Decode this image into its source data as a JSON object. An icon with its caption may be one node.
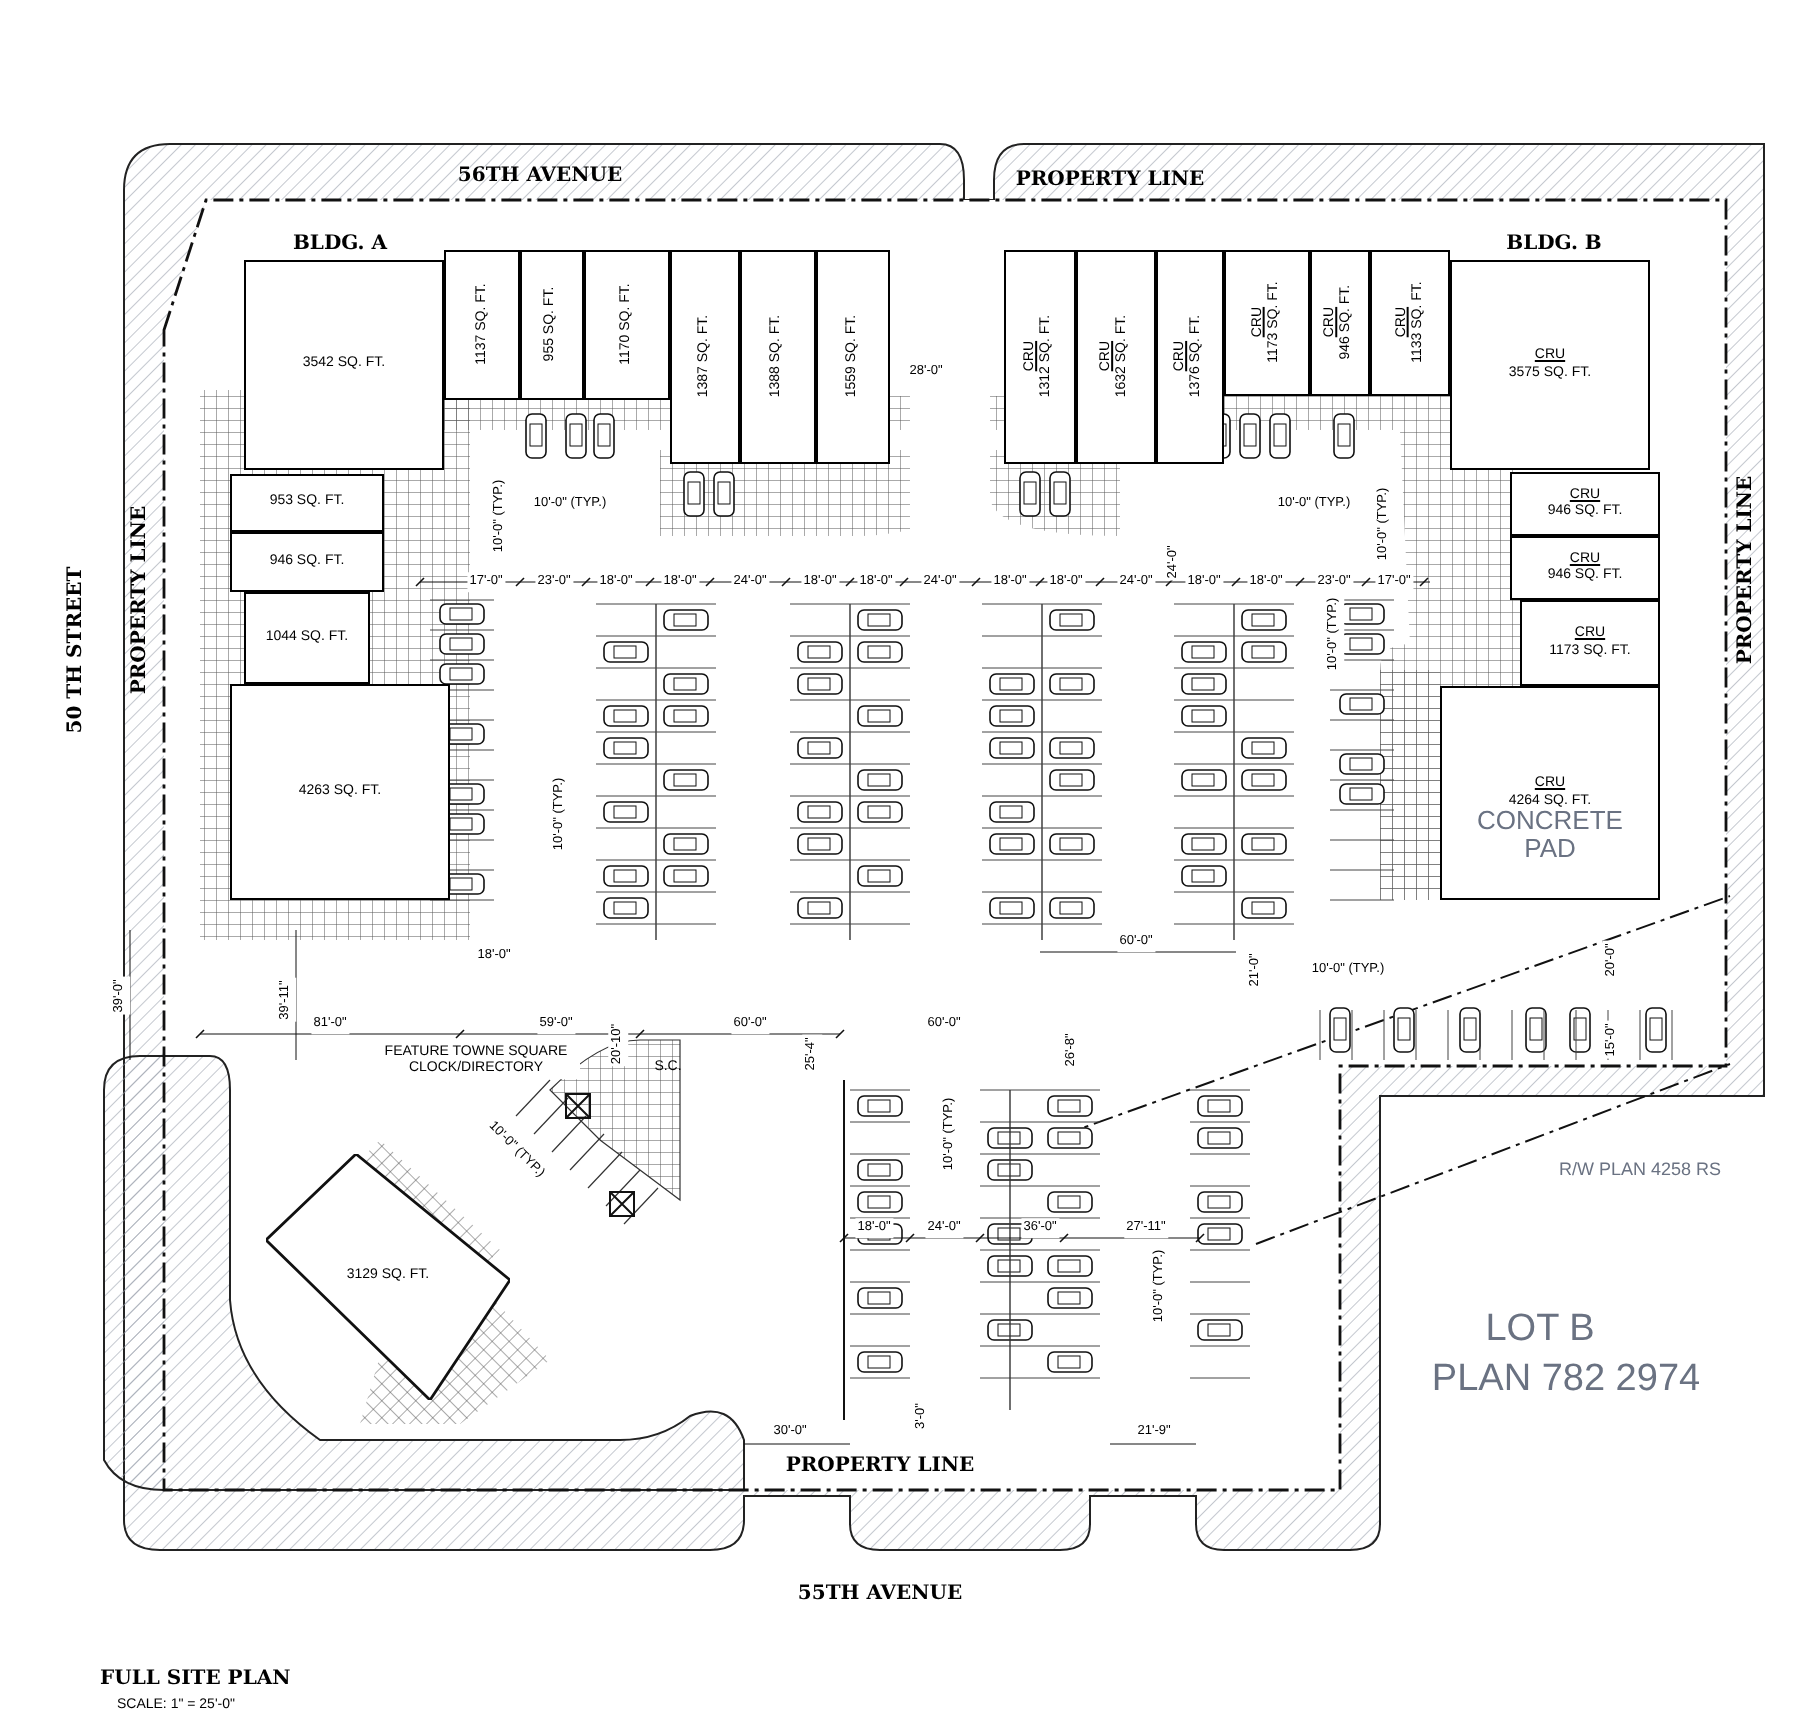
{
  "diagram": {
    "title": "FULL SITE PLAN",
    "nodes": [
      {
        "text": [
          "3542 SQ. FT."
        ]
      },
      {
        "text": [
          "1137 SQ. FT."
        ]
      },
      {
        "text": [
          "955 SQ. FT."
        ]
      },
      {
        "text": [
          "1170 SQ. FT."
        ]
      },
      {
        "text": [
          "1387 SQ. FT."
        ]
      },
      {
        "text": [
          "1388 SQ. FT."
        ]
      },
      {
        "text": [
          "1559 SQ. FT."
        ]
      },
      {
        "text": [
          "953 SQ. FT."
        ]
      },
      {
        "text": [
          "946 SQ. FT."
        ]
      },
      {
        "text": [
          "1044 SQ. FT."
        ]
      },
      {
        "text": [
          "4263 SQ. FT."
        ]
      },
      {
        "text": [
          "CRU",
          "1312 SQ. FT."
        ]
      },
      {
        "text": [
          "CRU",
          "1632 SQ. FT."
        ]
      },
      {
        "text": [
          "CRU",
          "1376 SQ. FT."
        ]
      },
      {
        "text": [
          "CRU",
          "1173 SQ. FT."
        ]
      },
      {
        "text": [
          "CRU",
          "946 SQ. FT."
        ]
      },
      {
        "text": [
          "CRU",
          "1133 SQ. FT."
        ]
      },
      {
        "text": [
          "CRU",
          "3575 SQ. FT."
        ]
      },
      {
        "text": [
          "CRU",
          "946 SQ. FT."
        ]
      },
      {
        "text": [
          "CRU",
          "946 SQ. FT."
        ]
      },
      {
        "text": [
          "CRU",
          "1173 SQ. FT."
        ]
      },
      {
        "text": [
          "CRU",
          "4264 SQ. FT."
        ]
      },
      {
        "text": [
          "3129 SQ. FT."
        ]
      }
    ],
    "labels": [
      "56TH AVENUE",
      "PROPERTY LINE",
      "BLDG. A",
      "BLDG. B",
      "28'-0\"",
      "50 TH STREET",
      "PROPERTY LINE",
      "PROPERTY LINE",
      "10'-0\" (TYP.)",
      "10'-0\" (TYP.)",
      "10'-0\" (TYP.)",
      "10'-0\" (TYP.)",
      "17'-0\"",
      "23'-0\"",
      "18'-0\"",
      "18'-0\"",
      "24'-0\"",
      "18'-0\"",
      "18'-0\"",
      "24'-0\"",
      "18'-0\"",
      "18'-0\"",
      "24'-0\"",
      "18'-0\"",
      "18'-0\"",
      "23'-0\"",
      "17'-0\"",
      "24'-0\"",
      "10'-0\" (TYP.)",
      "10'-0\" (TYP.)",
      "CONCRETE PAD",
      "18'-0\"",
      "39'-0\"",
      "39'-11\"",
      "81'-0\"",
      "59'-0\"",
      "20'-10\"",
      "60'-0\"",
      "FEATURE TOWNE SQUARE CLOCK/DIRECTORY",
      "S.C.",
      "25'-4\"",
      "10'-0\" (TYP.)",
      "60'-0\"",
      "21'-0\"",
      "10'-0\" (TYP.)",
      "60'-0\"",
      "26'-8\"",
      "20'-0\"",
      "15'-0\"",
      "10'-0\" (TYP.)",
      "18'-0\"",
      "24'-0\"",
      "36'-0\"",
      "27'-11\"",
      "10'-0\" (TYP.)",
      "R/W PLAN 4258 RS",
      "LOT B",
      "PLAN 782 2974",
      "3'-0\"",
      "30'-0\"",
      "21'-9\"",
      "PROPERTY LINE",
      "55TH AVENUE",
      "SCALE: 1\" = 25'-0\""
    ]
  }
}
